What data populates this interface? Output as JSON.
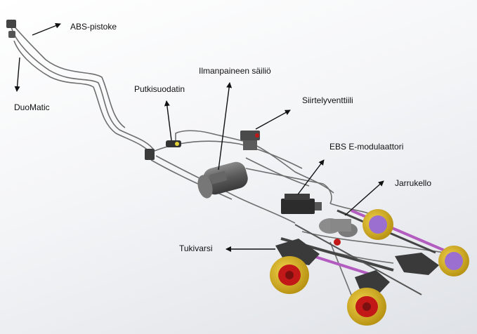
{
  "labels": {
    "abs_socket": "ABS-pistoke",
    "duomatic": "DuoMatic",
    "air_tank": "Ilmanpaineen säiliö",
    "line_filter": "Putkisuodatin",
    "relay_valve": "Siirtelyventtiili",
    "ebs_modulator": "EBS E-modulaattori",
    "brake_chamber": "Jarrukello",
    "support_arm": "Tukivarsi"
  },
  "colors": {
    "pipe": "#6e6e6e",
    "tank": "#5c5c5c",
    "arm": "#3a3a3a",
    "drum": "#d9b21a",
    "hub_red": "#c21818",
    "hub_purple": "#9a6fd0",
    "axle": "#b35cc0",
    "arrow": "#111111"
  }
}
